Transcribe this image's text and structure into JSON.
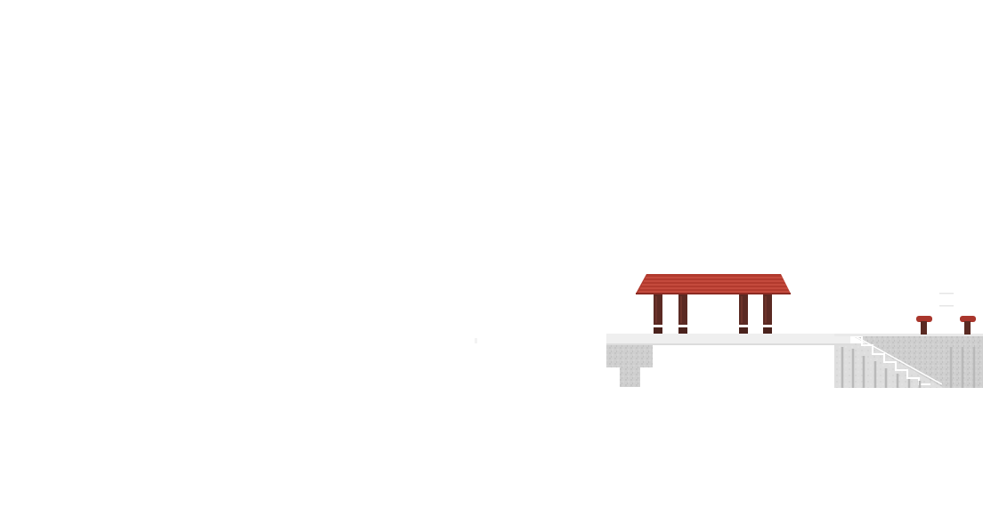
{
  "scene": {
    "background": "#ffffff",
    "colors": {
      "roof": "#b83a2e",
      "roof_dark": "#8c2a22",
      "roof_stripe": "#d9574a",
      "pillar": "#5a2a22",
      "pillar_dark": "#3f1c17",
      "platform": "#eeeeee",
      "platform_edge": "#d9d9d9",
      "concrete": "#c9c9c9",
      "concrete_dark": "#b3b3b3",
      "stair_line": "#ffffff",
      "bollard_top": "#a9362c",
      "bollard_post": "#5a2a22"
    },
    "objects": {
      "pavilion": "pavilion",
      "pier": "pier-platform",
      "stairs": "stairs",
      "bollards": "bollards"
    }
  }
}
